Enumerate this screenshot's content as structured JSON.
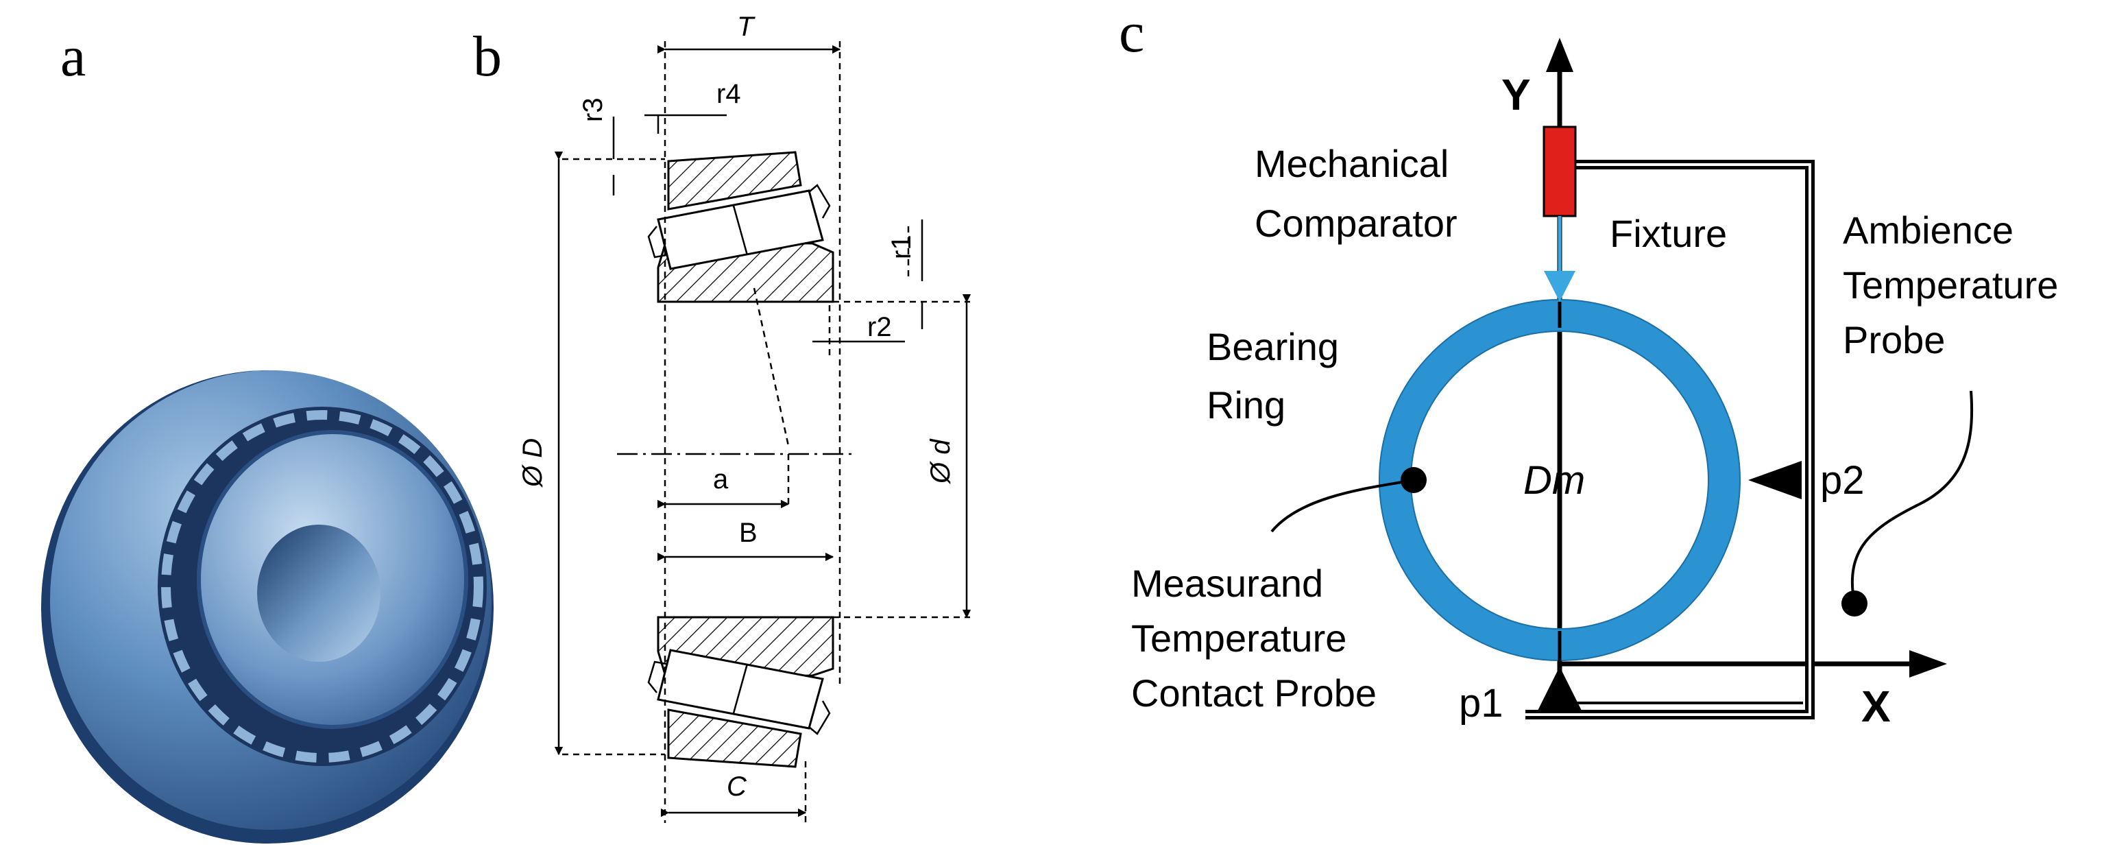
{
  "panels": {
    "a": {
      "letter": "a"
    },
    "b": {
      "letter": "b",
      "dimensions": {
        "T": "T",
        "r3": "r3",
        "r4": "r4",
        "r1": "r1",
        "r2": "r2",
        "D": "Ø D",
        "d": "Ø d",
        "a": "a",
        "B": "B",
        "C": "C"
      }
    },
    "c": {
      "letter": "c",
      "axis_y": "Y",
      "axis_x": "X",
      "comparator_label": [
        "Mechanical",
        "Comparator"
      ],
      "fixture_label": "Fixture",
      "ambience_label": [
        "Ambience",
        "Temperature",
        "Probe"
      ],
      "bearing_label": [
        "Bearing",
        "Ring"
      ],
      "ring_center_label": "Dm",
      "measurand_label": [
        "Measurand",
        "Temperature",
        "Contact Probe"
      ],
      "p1": "p1",
      "p2": "p2"
    }
  },
  "colors": {
    "bearing_blue": "#2b93d1",
    "comparator_red": "#e0201b",
    "arrow_blue": "#3aa7e0",
    "photo_blue": "#5f8ec0"
  }
}
